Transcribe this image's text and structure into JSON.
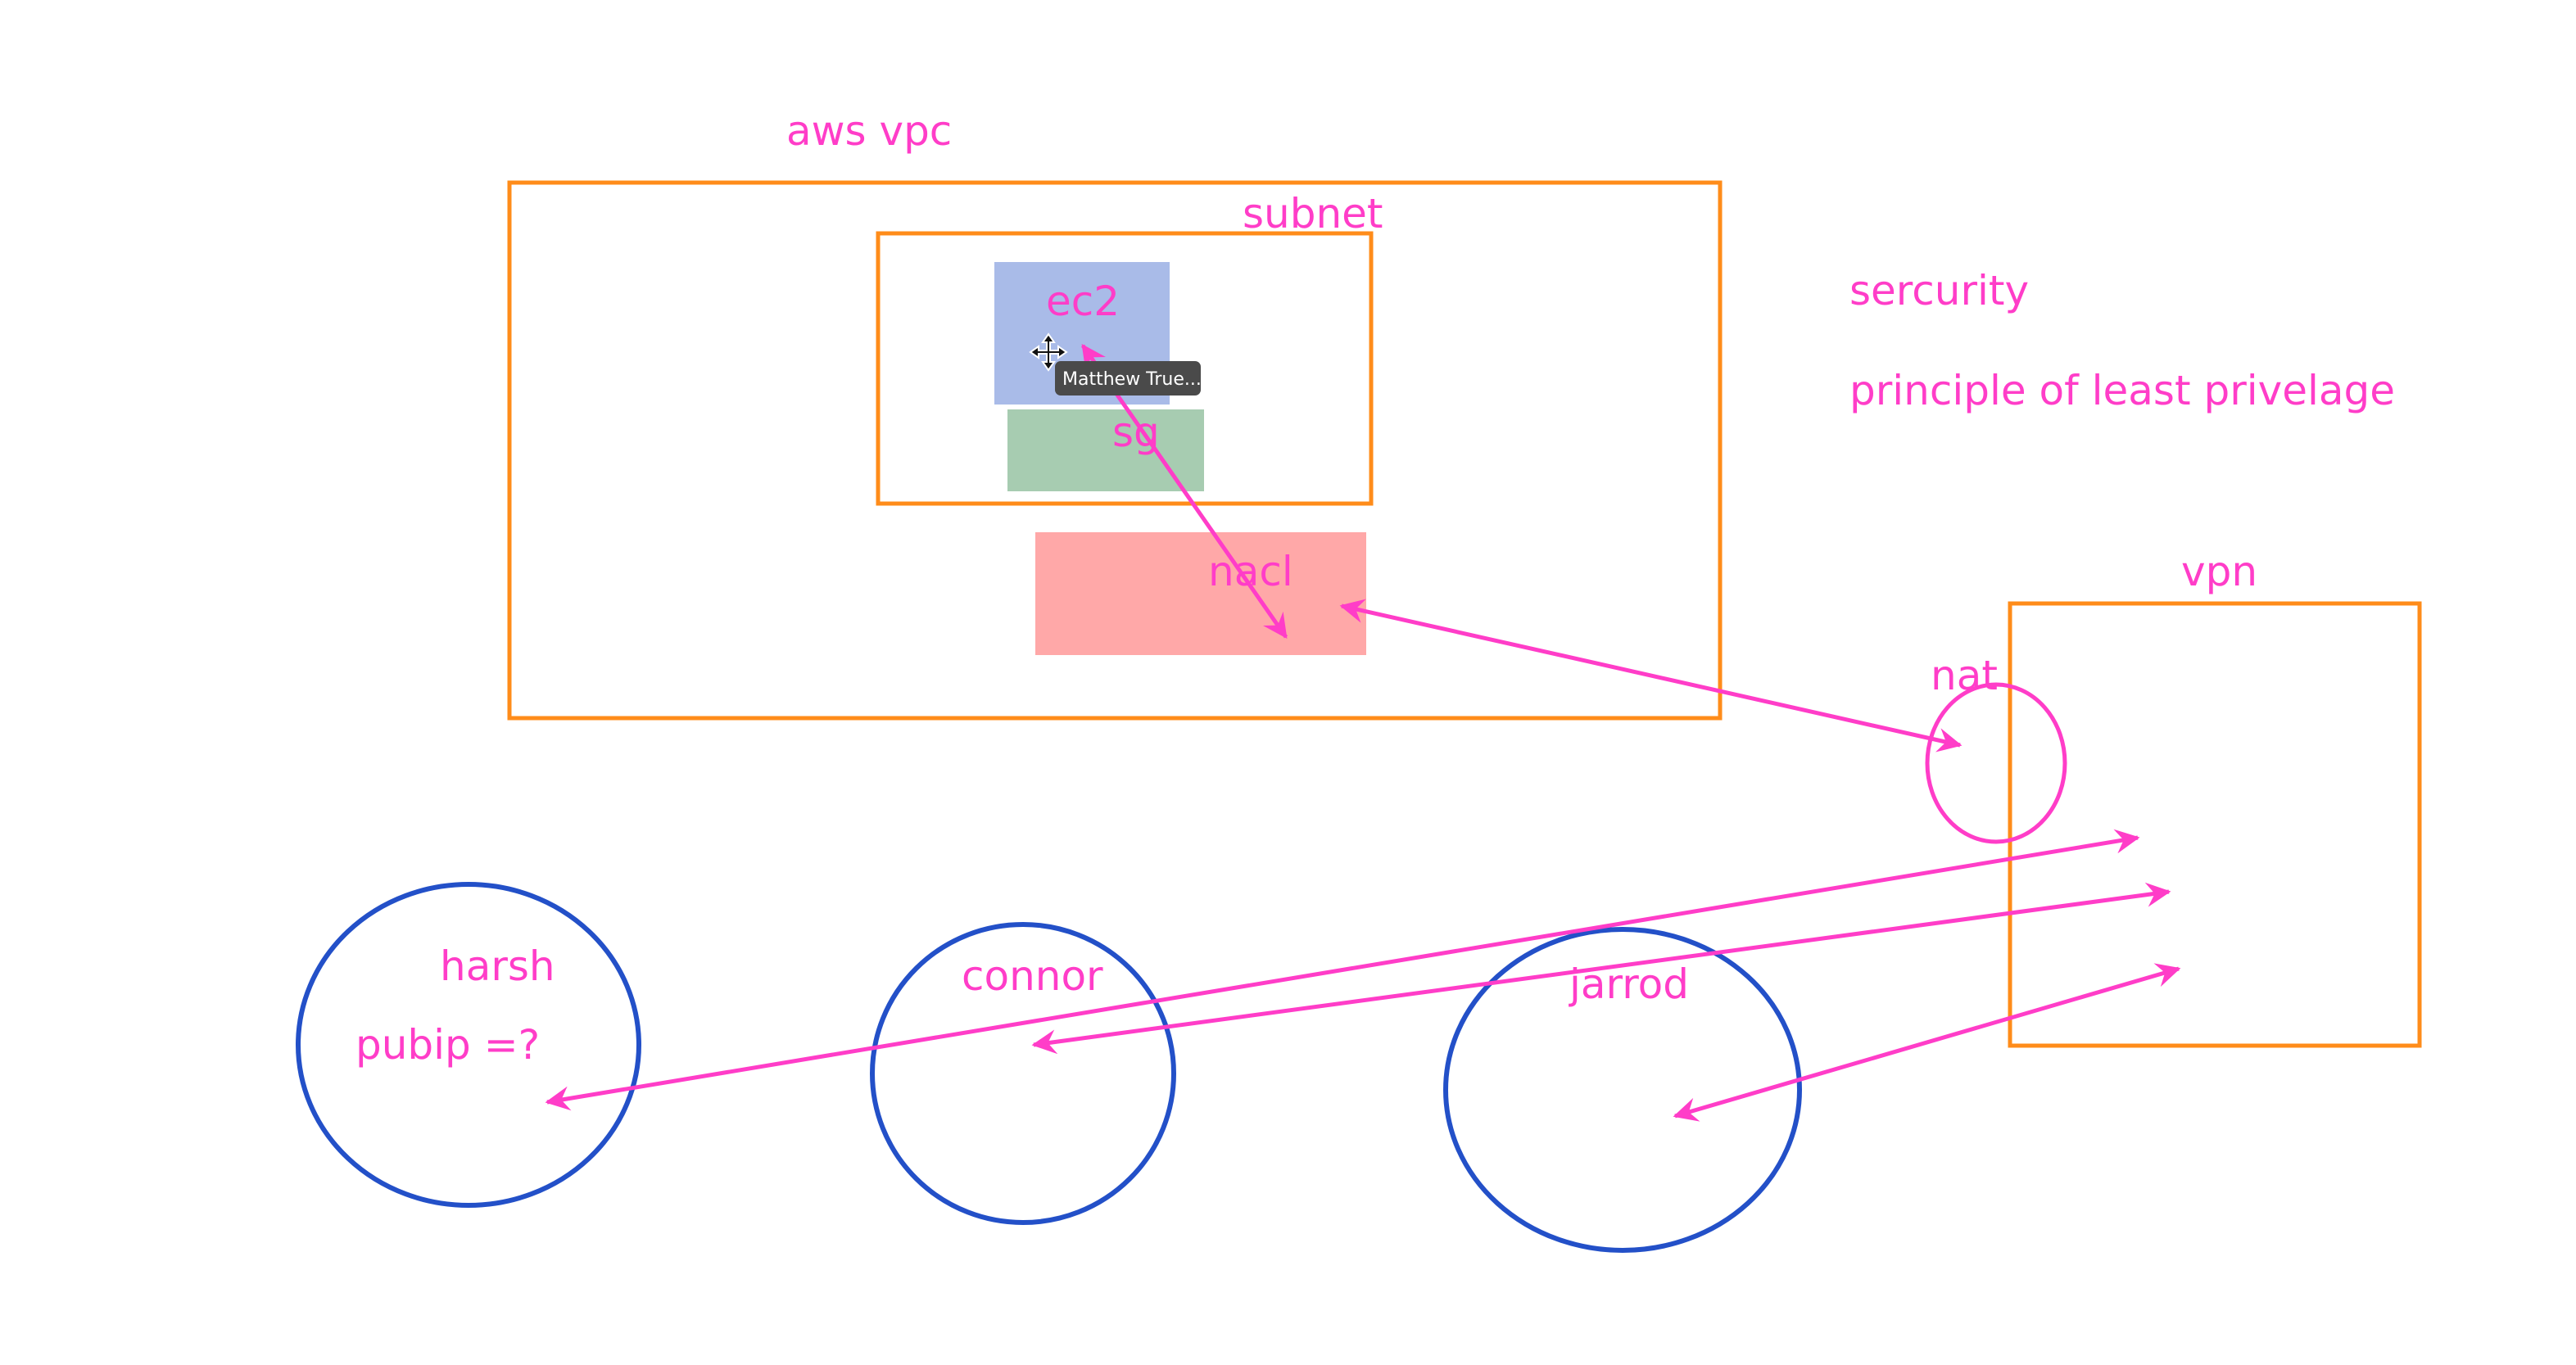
{
  "colors": {
    "background": "#ffffff",
    "annotation": "#ff3dc8",
    "frame_orange": "#ff8c1a",
    "circle_blue": "#2350c8",
    "ec2_fill": "#a9bbe8",
    "sg_fill": "#a7ccb1",
    "nacl_fill": "#ffa8a8",
    "tooltip_bg": "#4a4a4a",
    "tooltip_text": "#ffffff"
  },
  "labels": {
    "aws_vpc": "aws vpc",
    "subnet": "subnet",
    "ec2": "ec2",
    "sg": "sg",
    "nacl": "nacl",
    "security": "sercurity",
    "principle": "principle of least privelage",
    "vpn": "vpn",
    "nat": "nat",
    "harsh": "harsh",
    "pubip": "pubip =?",
    "connor": "connor",
    "jarrod": "jarrod"
  },
  "tooltip": {
    "text": "Matthew True..."
  },
  "icons": {
    "move_cursor": "move-cursor-icon"
  }
}
